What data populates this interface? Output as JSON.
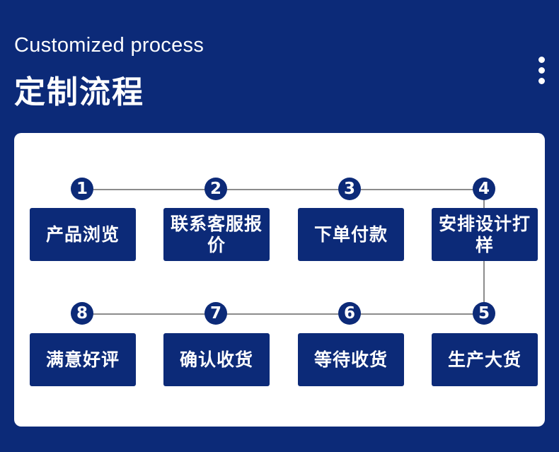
{
  "header": {
    "subtitle": "Customized process",
    "title": "定制流程"
  },
  "colors": {
    "background": "#0c2a78",
    "card": "#ffffff",
    "connector": "#8c8c8c"
  },
  "icons": {
    "menu": "more-vertical-icon"
  },
  "steps": [
    {
      "number": "1",
      "label": "产品浏览"
    },
    {
      "number": "2",
      "label": "联系客服报价"
    },
    {
      "number": "3",
      "label": "下单付款"
    },
    {
      "number": "4",
      "label": "安排设计打样"
    },
    {
      "number": "5",
      "label": "生产大货"
    },
    {
      "number": "6",
      "label": "等待收货"
    },
    {
      "number": "7",
      "label": "确认收货"
    },
    {
      "number": "8",
      "label": "满意好评"
    }
  ]
}
